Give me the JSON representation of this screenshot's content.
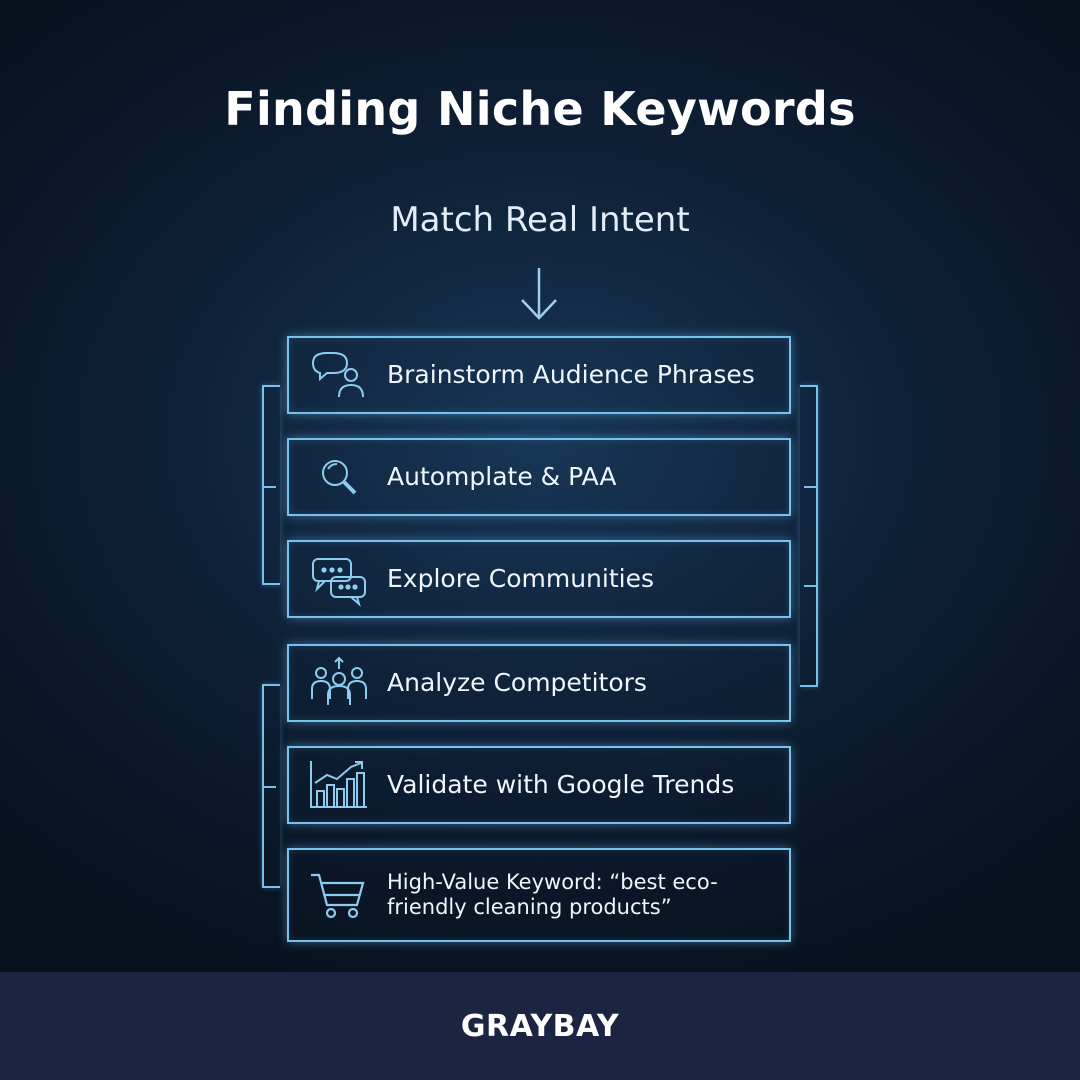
{
  "title": "Finding Niche Keywords",
  "subtitle": "Match Real Intent",
  "steps": [
    {
      "label": "Brainstorm Audience Phrases",
      "icon": "chat-person-icon"
    },
    {
      "label": "Automplate & PAA",
      "icon": "magnifier-icon"
    },
    {
      "label": "Explore Communities",
      "icon": "chat-bubbles-icon"
    },
    {
      "label": "Analyze Competitors",
      "icon": "group-icon"
    },
    {
      "label": "Validate with Google Trends",
      "icon": "trend-chart-icon"
    },
    {
      "label": "High-Value Keyword: “best eco-friendly cleaning products”",
      "icon": "cart-icon"
    }
  ],
  "footer": {
    "brand": "GRAYBAY"
  },
  "colors": {
    "accent": "#77c2ec",
    "background": "#0f2239",
    "footer": "#1b2440",
    "text": "#ffffff"
  }
}
